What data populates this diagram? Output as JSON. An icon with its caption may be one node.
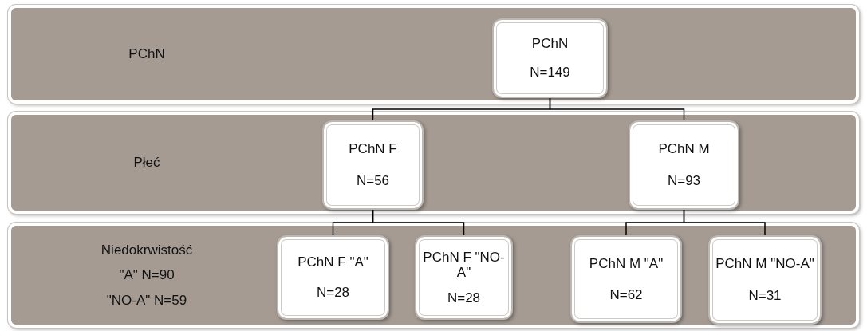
{
  "diagram": {
    "nodes": [
      {
        "text": [
          "PChN"
        ]
      },
      {
        "text": [
          "PChN",
          "N=149"
        ],
        "in": 0
      },
      {
        "text": [
          "Płeć"
        ]
      },
      {
        "text": [
          "PChN F",
          "N=56"
        ],
        "in": 2
      },
      {
        "text": [
          "PChN M",
          "N=93"
        ],
        "in": 2
      },
      {
        "text": [
          "Niedokrwistość",
          "\"A\" N=90",
          "\"NO-A\" N=59"
        ]
      },
      {
        "text": [
          "PChN F \"A\"",
          "N=28"
        ],
        "in": 5
      },
      {
        "text": [
          "PChN F \"NO-A\"",
          "N=28"
        ],
        "in": 5
      },
      {
        "text": [
          "PChN M \"A\"",
          "N=62"
        ],
        "in": 5
      },
      {
        "text": [
          "PChN M \"NO-A\"",
          "N=31"
        ],
        "in": 5
      }
    ],
    "edges": [
      {
        "from": 1,
        "to": 3,
        "arrow": "none"
      },
      {
        "from": 1,
        "to": 4,
        "arrow": "none"
      },
      {
        "from": 3,
        "to": 6,
        "arrow": "none"
      },
      {
        "from": 3,
        "to": 7,
        "arrow": "none"
      },
      {
        "from": 4,
        "to": 8,
        "arrow": "none"
      },
      {
        "from": 4,
        "to": 9,
        "arrow": "none"
      }
    ]
  }
}
